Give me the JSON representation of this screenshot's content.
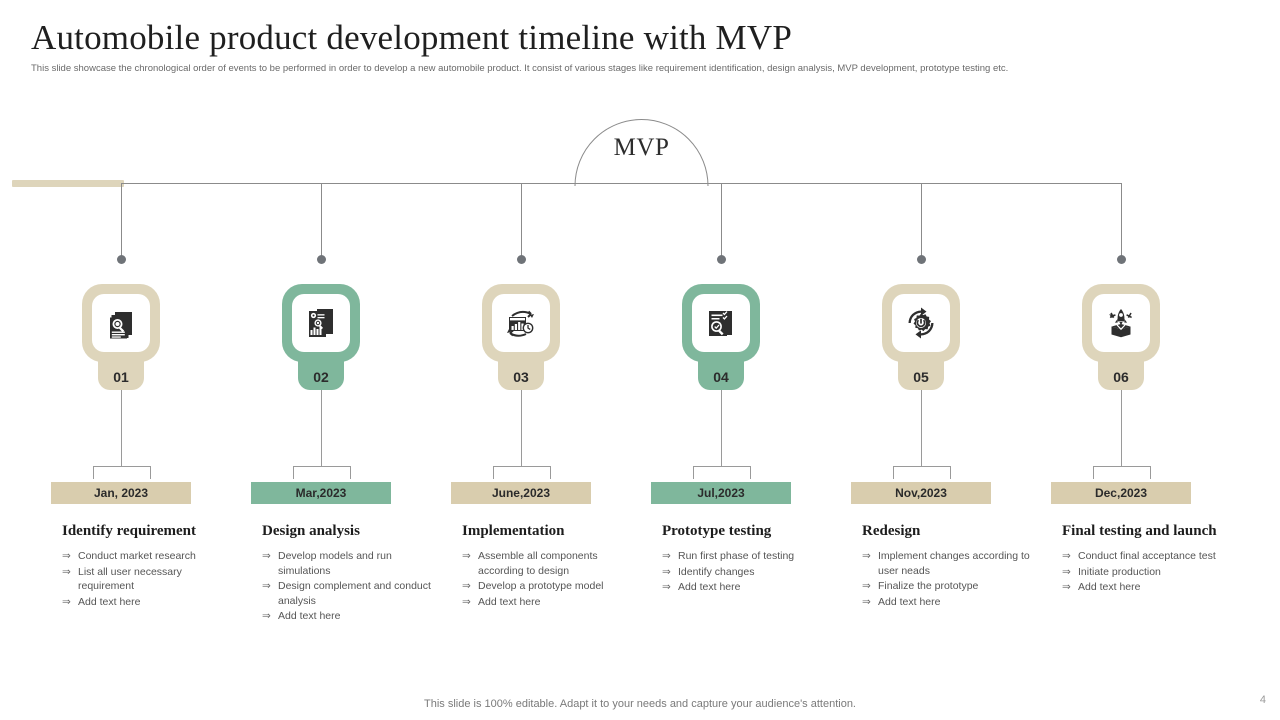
{
  "header": {
    "title": "Automobile product development timeline with MVP",
    "subtitle": "This slide showcase the chronological order of events to be performed in order to develop a new automobile product. It consist of various stages like requirement identification, design analysis, MVP development, prototype testing etc."
  },
  "mvp": {
    "label": "MVP"
  },
  "colors": {
    "tan": "#ded5bb",
    "tan_light": "#e2d9c0",
    "green": "#7fb79c",
    "green_bar": "#7fb79c",
    "tan_bar": "#d9cdae",
    "line": "#8b8b8b",
    "dot": "#6f7378"
  },
  "bullet_glyph": "⇒",
  "steps": [
    {
      "number": "01",
      "accent": "tan",
      "icon": "document-search-icon",
      "date": "Jan, 2023",
      "title": "Identify requirement",
      "bullets": [
        "Conduct market research",
        "List all user necessary requirement",
        "Add text here"
      ]
    },
    {
      "number": "02",
      "accent": "green",
      "icon": "analysis-report-icon",
      "date": "Mar,2023",
      "title": "Design analysis",
      "bullets": [
        "Develop models and run simulations",
        "Design complement and conduct analysis",
        "Add text here"
      ]
    },
    {
      "number": "03",
      "accent": "tan",
      "icon": "chart-clock-cycle-icon",
      "date": "June,2023",
      "title": "Implementation",
      "bullets": [
        "Assemble all components according to design",
        "Develop a prototype model",
        "Add text here"
      ]
    },
    {
      "number": "04",
      "accent": "green",
      "icon": "document-check-search-icon",
      "date": "Jul,2023",
      "title": "Prototype testing",
      "bullets": [
        "Run first phase of testing",
        "Identify changes",
        "Add text here"
      ]
    },
    {
      "number": "05",
      "accent": "tan",
      "icon": "gear-refresh-icon",
      "date": "Nov,2023",
      "title": "Redesign",
      "bullets": [
        "Implement changes according to user neads",
        "Finalize the prototype",
        "Add text here"
      ]
    },
    {
      "number": "06",
      "accent": "tan",
      "icon": "rocket-launch-box-icon",
      "date": "Dec,2023",
      "title": "Final testing and launch",
      "bullets": [
        "Conduct final acceptance test",
        "Initiate production",
        "Add text here"
      ]
    }
  ],
  "footer": {
    "note": "This slide is 100% editable. Adapt it to your needs and capture your audience's attention.",
    "page": "4"
  }
}
